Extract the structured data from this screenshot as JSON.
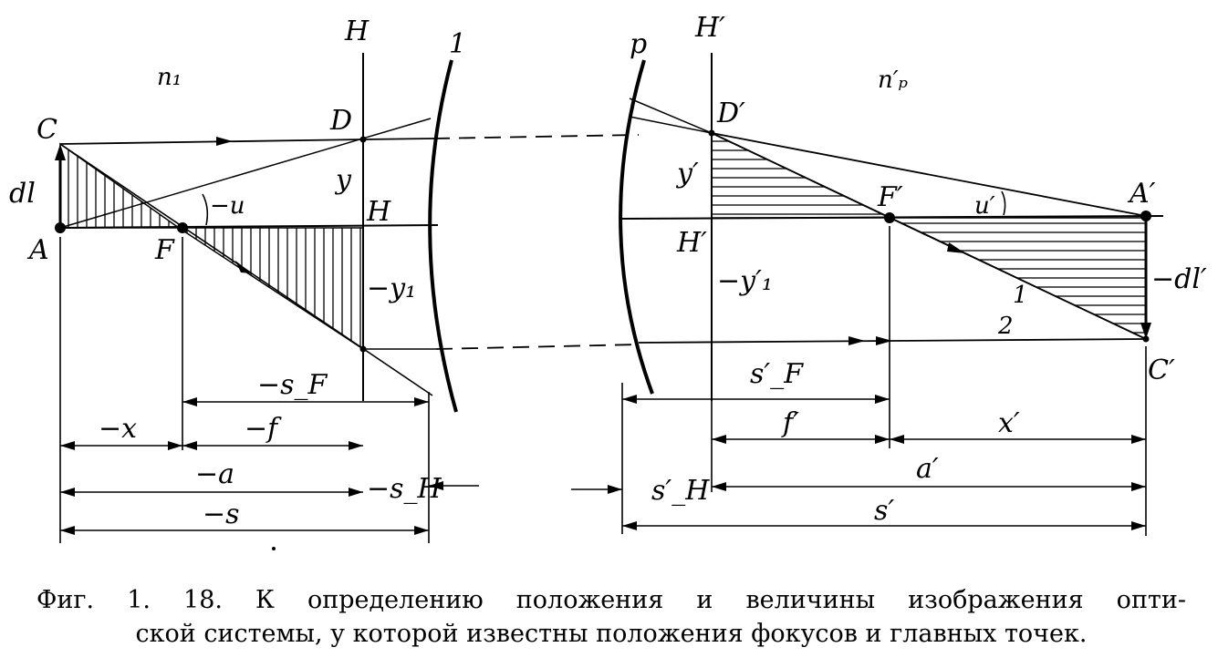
{
  "labels": {
    "n1": "n₁",
    "np": "n′ₚ",
    "H_top": "H",
    "H_axis": "H",
    "Hp_top": "H′",
    "Hp_axis": "H′",
    "surface_1": "1",
    "surface_p": "p",
    "C": "C",
    "D": "D",
    "Dp": "D′",
    "dl": "dl",
    "y": "y",
    "yp": "y′",
    "A": "A",
    "F": "F",
    "Fp": "F′",
    "Ap": "A′",
    "Cp": "C′",
    "minus_u": "−u",
    "up": "u′",
    "minus_y1": "−y₁",
    "minus_y1p": "−y′₁",
    "minus_dlp": "−dl′",
    "ray_1": "1",
    "ray_2": "2",
    "minus_sF": "−s_F",
    "sFp": "s′_F",
    "minus_x": "−x",
    "minus_f": "−f",
    "fp": "f′",
    "xp": "x′",
    "minus_a": "−a",
    "ap": "a′",
    "minus_sH": "−s_H",
    "sHp": "s′_H",
    "minus_s": "−s",
    "sp": "s′"
  },
  "caption": {
    "line1": "Фиг. 1. 18. К определению положения и величины изображения опти-",
    "line2": "ской системы, у которой известны положения фокусов и главных точек."
  }
}
